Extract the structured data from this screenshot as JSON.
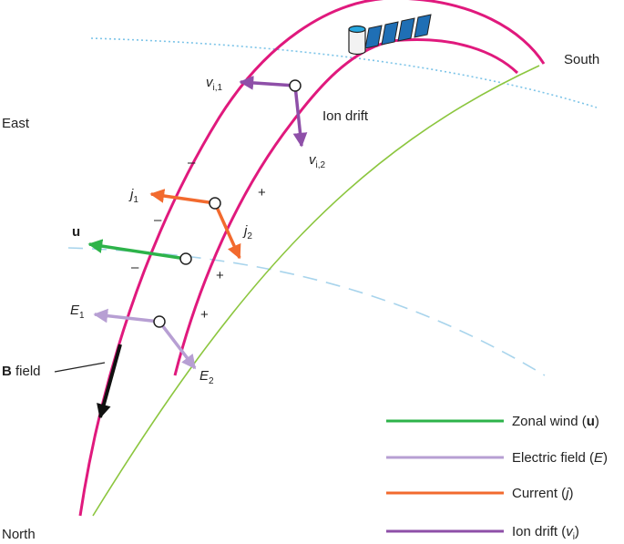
{
  "directions": {
    "east": "East",
    "south": "South",
    "north": "North"
  },
  "labels": {
    "ion_drift": "Ion drift",
    "b_bold": "B",
    "b_rest": " field",
    "u": "u",
    "v_letter": "v",
    "v1_sub": "i,1",
    "v2_sub": "i,2",
    "j_letter": "j",
    "j1_sub": "1",
    "j2_sub": "2",
    "e_letter": "E",
    "e1_sub": "1",
    "e2_sub": "2"
  },
  "signs": {
    "minus": "–",
    "plus": "+"
  },
  "legend": [
    {
      "pre": "Zonal wind (",
      "sym": "u",
      "sym_style": "bold",
      "sub": "",
      "post": ")",
      "color": "#2db34a"
    },
    {
      "pre": "Electric field (",
      "sym": "E",
      "sym_style": "italic",
      "sub": "",
      "post": ")",
      "color": "#b79fd3"
    },
    {
      "pre": "Current (",
      "sym": "j",
      "sym_style": "italic",
      "sub": "",
      "post": ")",
      "color": "#f26a2e"
    },
    {
      "pre": "Ion drift (",
      "sym": "v",
      "sym_style": "italic",
      "sub": "i",
      "post": ")",
      "color": "#8e4fa8"
    }
  ],
  "colors": {
    "field_line": "#e0197d",
    "geo_line": "#8cc63f",
    "wind": "#2db34a",
    "efield": "#b79fd3",
    "current": "#f26a2e",
    "ion_drift": "#8e4fa8",
    "dotted": "#7cc4e8",
    "dashed": "#a8d4ec",
    "satellite": "#1f6fb5"
  }
}
